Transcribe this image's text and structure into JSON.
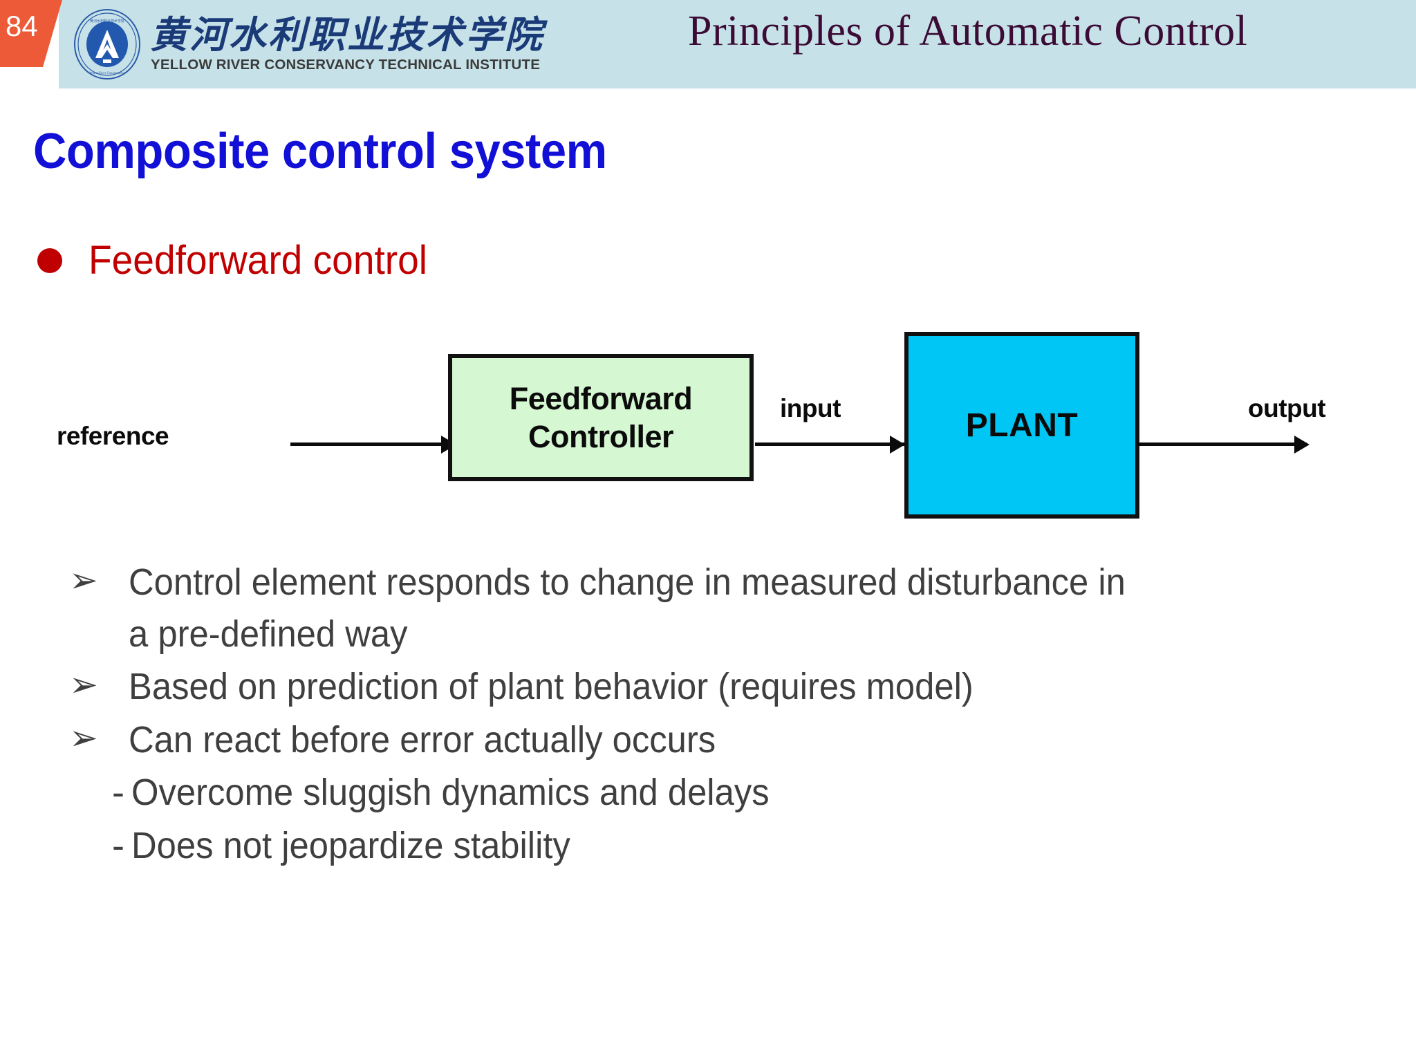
{
  "header": {
    "page_number": "84",
    "institute_name_cn": "黄河水利职业技术学院",
    "institute_name_en": "YELLOW RIVER CONSERVANCY TECHNICAL INSTITUTE",
    "course_title": "Principles of Automatic Control",
    "colors": {
      "bar_background": "#c6e2e8",
      "page_badge": "#ec5a37",
      "course_title_text": "#3b0b35",
      "logo_blue": "#1b3a78"
    }
  },
  "slide": {
    "title": "Composite control system",
    "title_color": "#1210d6",
    "bullet": {
      "marker": "filled-circle",
      "text": "Feedforward control",
      "color": "#c00000"
    }
  },
  "diagram": {
    "labels": {
      "reference": "reference",
      "input": "input",
      "output": "output"
    },
    "blocks": [
      {
        "name": "feedforward-controller",
        "lines": [
          "Feedforward",
          "Controller"
        ],
        "fill": "#d5f7d1",
        "border": "#111111"
      },
      {
        "name": "plant",
        "lines": [
          "PLANT"
        ],
        "fill": "#00c6f5",
        "border": "#111111"
      }
    ],
    "arrows": [
      {
        "name": "reference-to-controller",
        "from": "reference",
        "to": "feedforward-controller"
      },
      {
        "name": "controller-to-plant",
        "from": "feedforward-controller",
        "to": "plant",
        "label": "input"
      },
      {
        "name": "plant-to-output",
        "from": "plant",
        "to": "output",
        "label": "output"
      }
    ]
  },
  "body": {
    "text_color": "#3f3f3f",
    "arrow_marker": "➢",
    "dash_marker": "-",
    "items": [
      {
        "marker": "arrow",
        "text": "Control element responds to change in measured disturbance in a pre-defined way"
      },
      {
        "marker": "arrow",
        "text": "Based on prediction of plant behavior (requires model)"
      },
      {
        "marker": "arrow",
        "text": "Can react before error actually occurs"
      },
      {
        "marker": "dash",
        "text": "Overcome sluggish dynamics and delays"
      },
      {
        "marker": "dash",
        "text": "Does not jeopardize stability"
      }
    ]
  }
}
